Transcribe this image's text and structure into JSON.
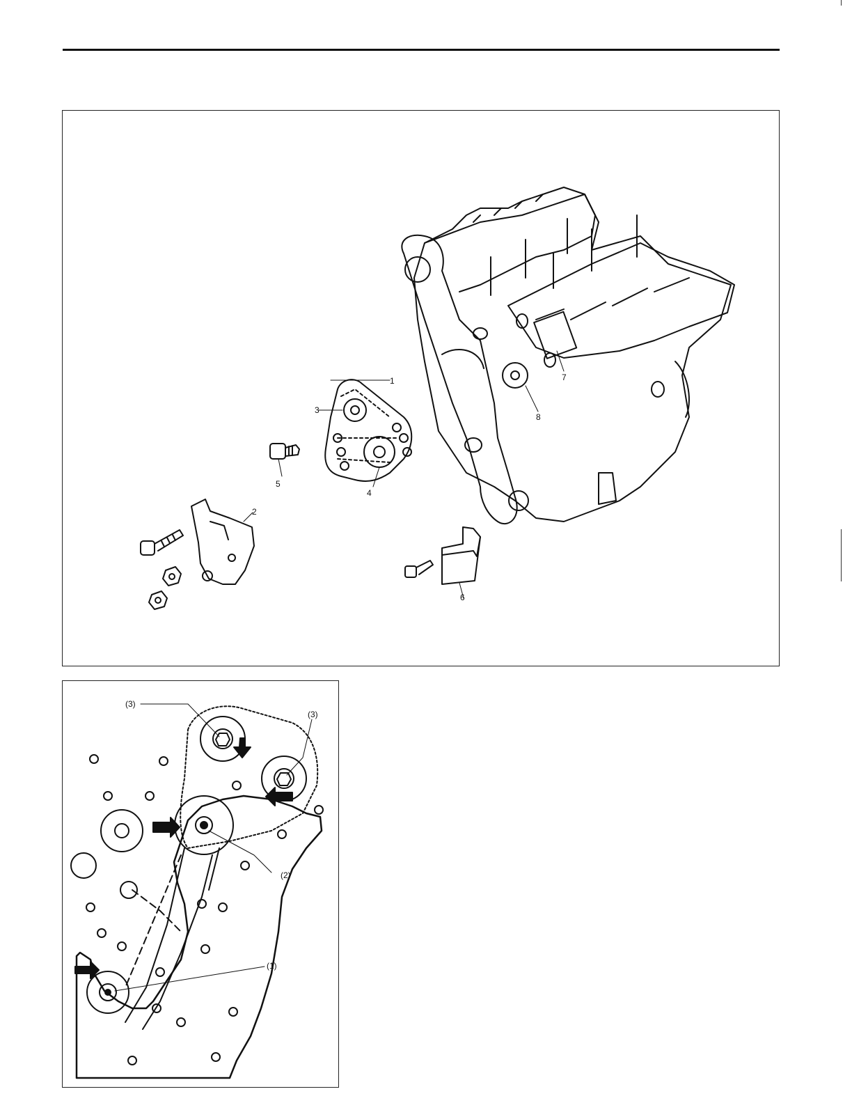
{
  "figure_main": {
    "callouts": {
      "c1": "1",
      "c2": "2",
      "c3": "3",
      "c4": "4",
      "c5": "5",
      "c6": "6",
      "c7": "7",
      "c8": "8"
    }
  },
  "figure_detail": {
    "callouts": {
      "c1": "(1)",
      "c2": "(2)",
      "c3a": "(3)",
      "c3b": "(3)"
    }
  }
}
